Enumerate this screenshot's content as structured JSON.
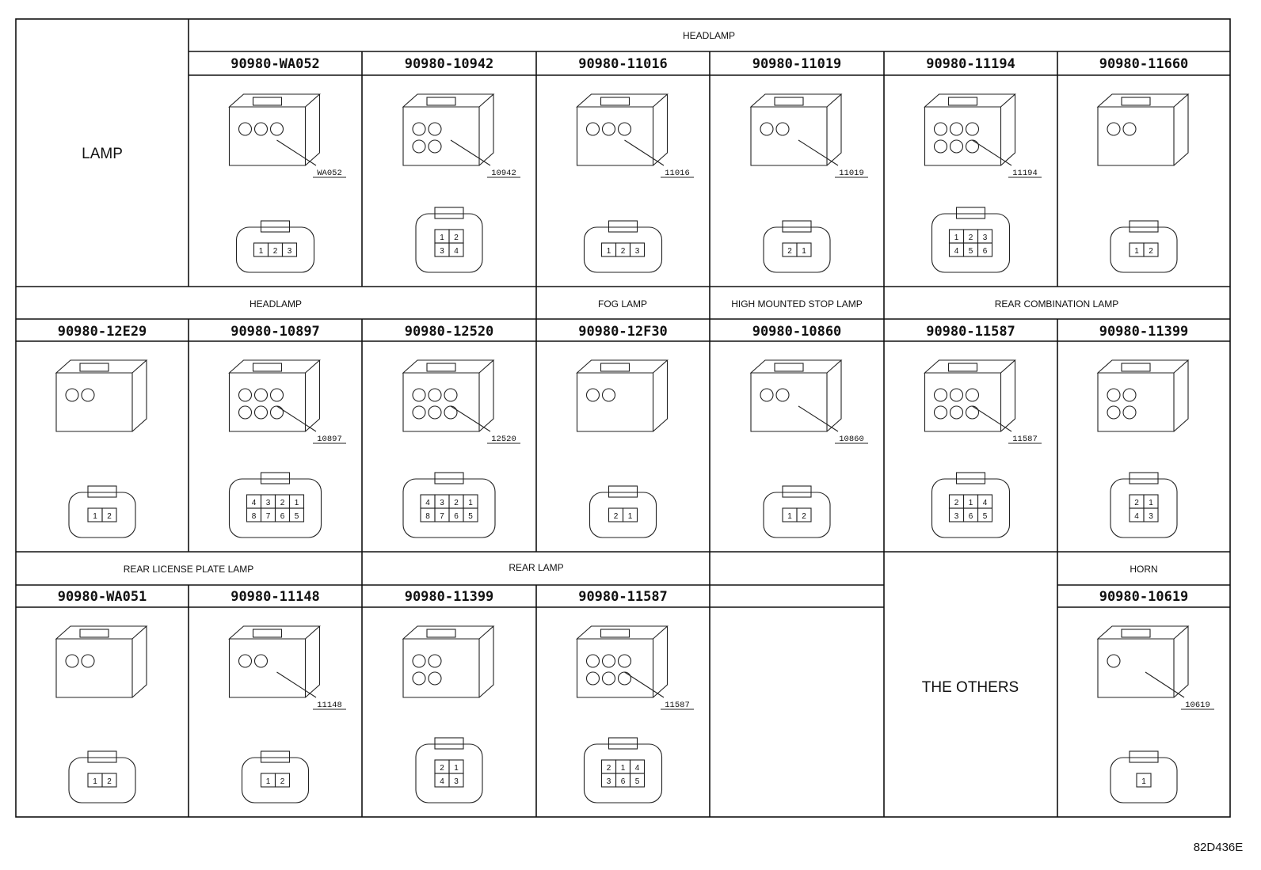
{
  "sections": {
    "lamp": "LAMP",
    "headlamp_top": "HEADLAMP",
    "headlamp_mid": "HEADLAMP",
    "fog_lamp": "FOG LAMP",
    "high_mounted_stop_lamp": "HIGH MOUNTED STOP LAMP",
    "rear_combination_lamp": "REAR COMBINATION LAMP",
    "rear_license_plate_lamp": "REAR LICENSE PLATE LAMP",
    "rear_lamp": "REAR LAMP",
    "horn": "HORN",
    "the_others": "THE OTHERS"
  },
  "connectors": [
    {
      "part": "90980-WA052",
      "tag": "WA052",
      "pins": [
        "1",
        "2",
        "3"
      ]
    },
    {
      "part": "90980-10942",
      "tag": "10942",
      "pins": [
        "1",
        "2",
        "3",
        "4"
      ]
    },
    {
      "part": "90980-11016",
      "tag": "11016",
      "pins": [
        "1",
        "2",
        "3"
      ]
    },
    {
      "part": "90980-11019",
      "tag": "11019",
      "pins": [
        "2",
        "1"
      ]
    },
    {
      "part": "90980-11194",
      "tag": "11194",
      "pins": [
        "1",
        "2",
        "3",
        "4",
        "5",
        "6"
      ]
    },
    {
      "part": "90980-11660",
      "tag": "",
      "pins": [
        "1",
        "2"
      ]
    },
    {
      "part": "90980-12E29",
      "tag": "",
      "pins": [
        "1",
        "2"
      ]
    },
    {
      "part": "90980-10897",
      "tag": "10897",
      "pins": [
        "4",
        "3",
        "2",
        "1",
        "8",
        "7",
        "6",
        "5"
      ]
    },
    {
      "part": "90980-12520",
      "tag": "12520",
      "pins": [
        "4",
        "3",
        "2",
        "1",
        "8",
        "7",
        "6",
        "5"
      ]
    },
    {
      "part": "90980-12F30",
      "tag": "",
      "pins": [
        "2",
        "1"
      ]
    },
    {
      "part": "90980-10860",
      "tag": "10860",
      "pins": [
        "1",
        "2"
      ]
    },
    {
      "part": "90980-11587",
      "tag": "11587",
      "pins": [
        "2",
        "1",
        "4",
        "3",
        "6",
        "5"
      ]
    },
    {
      "part": "90980-11399",
      "tag": "",
      "pins": [
        "2",
        "1",
        "4",
        "3"
      ]
    },
    {
      "part": "90980-WA051",
      "tag": "",
      "pins": [
        "1",
        "2"
      ]
    },
    {
      "part": "90980-11148",
      "tag": "11148",
      "pins": [
        "1",
        "2"
      ]
    },
    {
      "part": "90980-11399",
      "tag": "",
      "pins": [
        "2",
        "1",
        "4",
        "3"
      ]
    },
    {
      "part": "90980-11587",
      "tag": "11587",
      "pins": [
        "2",
        "1",
        "4",
        "3",
        "6",
        "5"
      ]
    },
    {
      "part": "90980-10619",
      "tag": "10619",
      "pins": [
        "1"
      ]
    }
  ],
  "figure_id": "82D436E"
}
